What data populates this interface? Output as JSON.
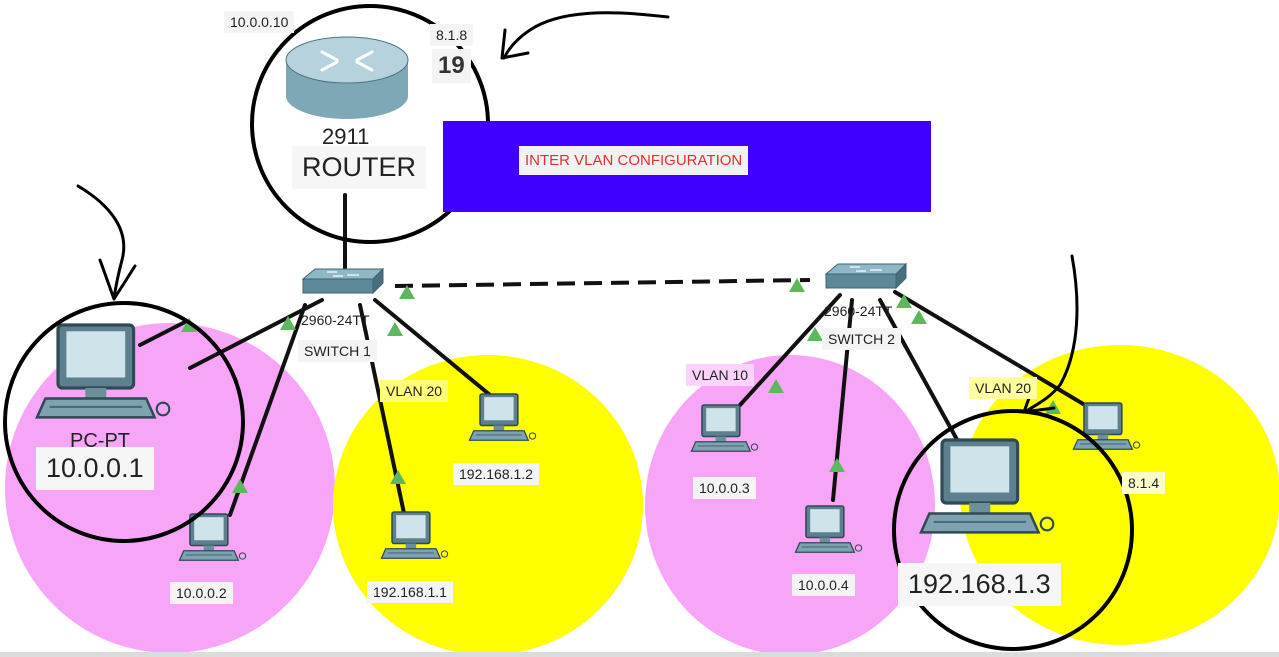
{
  "title": "INTER VLAN CONFIGURATION",
  "router": {
    "name": "ROUTER",
    "model_fragment": "2911",
    "ip_top_left": "10.0.0.10",
    "ip_top_right": "8.1.8",
    "ip_partial_big": "19"
  },
  "switch1": {
    "model": "2960-24TT",
    "name": "SWITCH 1"
  },
  "switch2": {
    "model": "2960-24TT",
    "name": "SWITCH 2"
  },
  "vlan_labels": {
    "switch1_vlan20": "VLAN 20",
    "switch2_vlan10": "VLAN 10",
    "switch2_vlan20": "VLAN 20"
  },
  "pcs": {
    "pc_10_0_0_1": "10.0.0.1",
    "pc_10_0_0_1_name": "PC-PT",
    "pc_10_0_0_2": "10.0.0.2",
    "pc_192_168_1_1": "192.168.1.1",
    "pc_192_168_1_2": "192.168.1.2",
    "pc_10_0_0_3": "10.0.0.3",
    "pc_10_0_0_4": "10.0.0.4",
    "pc_192_168_1_3": "192.168.1.3",
    "pc_192_168_1_4": "8.1.4"
  },
  "colors": {
    "vlan10_zone": "#f7a6f7",
    "vlan20_zone": "#ffff00",
    "title_box": "#3f00ff",
    "title_text": "#e0322a",
    "link_up_triangle": "#5bb85b",
    "cable": "#111111"
  }
}
